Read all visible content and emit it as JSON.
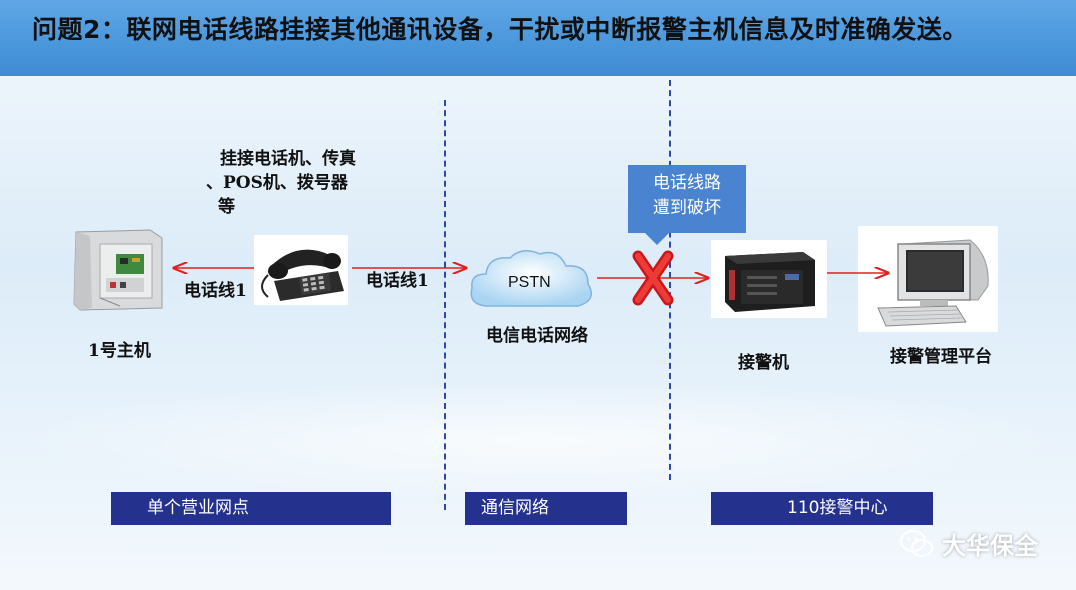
{
  "title": "问题2：联网电话线路挂接其他通讯设备，干扰或中断报警主机信息及时准确发送。",
  "annotation_lines": [
    "挂接电话机、传真",
    "、POS机、拨号器",
    "等"
  ],
  "labels": {
    "host": "1号主机",
    "line_left": "电话线1",
    "line_right": "电话线1",
    "pstn": "PSTN",
    "network": "电信电话网络",
    "receiver": "接警机",
    "platform": "接警管理平台"
  },
  "callout_lines": [
    "电话线路",
    "遭到破坏"
  ],
  "sections": [
    "单个营业网点",
    "通信网络",
    "110接警中心"
  ],
  "watermark": "大华保全",
  "colors": {
    "title_bar": "#4a96db",
    "section_bar": "#25328d",
    "callout": "#4a84d0",
    "arrow": "#e02020",
    "dashed_line": "#2b4aa8"
  },
  "icons": [
    "alarm-panel-icon",
    "telephone-icon",
    "cloud-icon",
    "broken-x-icon",
    "receiver-server-icon",
    "computer-icon",
    "wechat-icon"
  ]
}
